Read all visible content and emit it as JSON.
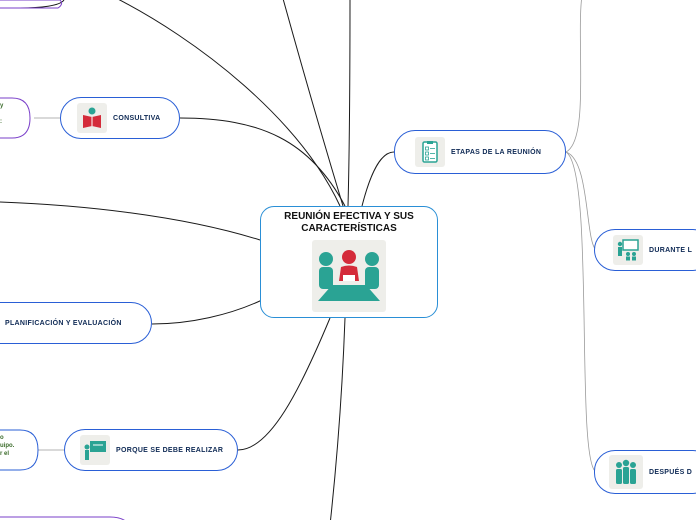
{
  "central": {
    "title": "REUNIÓN EFECTIVA Y SUS CARACTERÍSTICAS",
    "illustration": "meeting-icon"
  },
  "branches": {
    "consultiva": {
      "label": "CONSULTIVA",
      "icon": "reading-person-icon"
    },
    "planificacion": {
      "label": "PLANIFICACIÓN Y  EVALUACIÓN"
    },
    "porque": {
      "label": "PORQUE SE DEBE REALIZAR",
      "icon": "presenter-icon"
    },
    "etapas": {
      "label": "ETAPAS DE LA REUNIÓN",
      "icon": "checklist-icon"
    },
    "durante": {
      "label": "DURANTE L",
      "icon": "classroom-icon"
    },
    "despues": {
      "label": "DESPUÉS D",
      "icon": "group-people-icon"
    }
  },
  "fragments": {
    "consultiva_side": [
      "y",
      "",
      ":"
    ],
    "porque_side": [
      "o",
      "uipo.",
      "r el"
    ]
  },
  "colors": {
    "border": "#2a5fd6",
    "accent_border": "#7a3fc9",
    "link": "#1a1a1a",
    "thin_link": "#9a9a9a",
    "teal": "#2aa394",
    "red": "#d42b3a"
  }
}
